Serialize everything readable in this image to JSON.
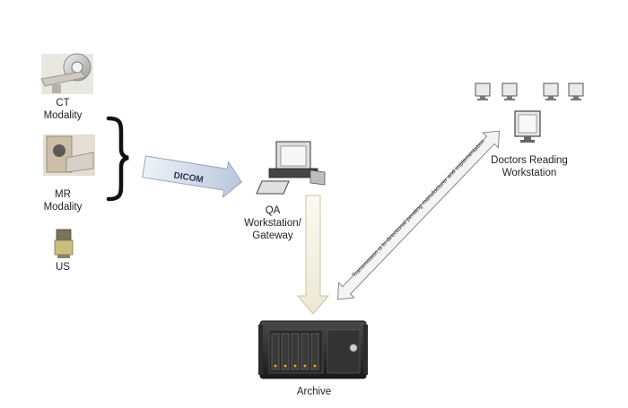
{
  "diagram": {
    "modalities": {
      "ct": {
        "line1": "CT",
        "line2": "Modality",
        "icon": "ct-scanner-icon"
      },
      "mr": {
        "line1": "MR",
        "line2": "Modality",
        "icon": "mr-scanner-icon"
      },
      "us": {
        "line1": "US",
        "icon": "ultrasound-machine-icon"
      }
    },
    "dicom_arrow": {
      "label": "DICOM"
    },
    "qa": {
      "line1": "QA",
      "line2": "Workstation/",
      "line3": "Gateway",
      "icon": "computer-workstation-icon"
    },
    "doctors": {
      "line1": "Doctors Reading",
      "line2": "Workstation",
      "icon": "monitor-icon"
    },
    "transmission": {
      "label": "Transmission is bi-directional pending manufacturer and implementation"
    },
    "archive": {
      "label": "Archive",
      "icon": "server-rack-icon"
    }
  },
  "colors": {
    "dicom_arrow_fill": "#c9d3e3",
    "down_arrow_fill": "#f5f3e6",
    "brace": "#111111"
  }
}
